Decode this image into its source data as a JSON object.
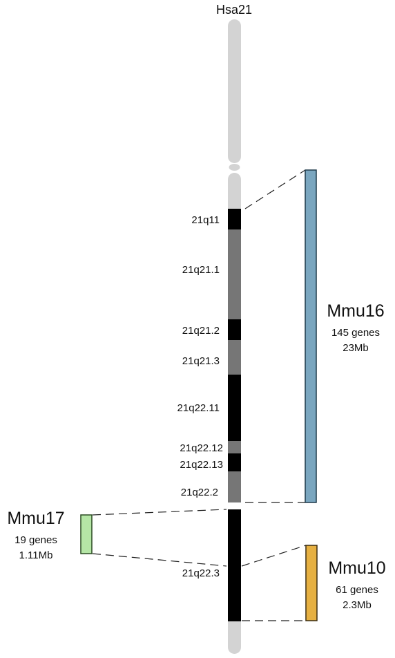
{
  "chromosome": {
    "name": "Hsa21",
    "colors": {
      "arm": "#d3d3d3",
      "dark": "#000000",
      "grey": "#767676"
    },
    "bands": [
      {
        "id": "21q11",
        "shade": "dark"
      },
      {
        "id": "21q21.1",
        "shade": "grey"
      },
      {
        "id": "21q21.2",
        "shade": "dark"
      },
      {
        "id": "21q21.3",
        "shade": "grey"
      },
      {
        "id": "21q22.11",
        "shade": "dark"
      },
      {
        "id": "21q22.12",
        "shade": "grey"
      },
      {
        "id": "21q22.13",
        "shade": "dark"
      },
      {
        "id": "21q22.2",
        "shade": "grey"
      },
      {
        "id": "21q22.3",
        "shade": "dark"
      }
    ]
  },
  "syntenic_regions": [
    {
      "name": "Mmu16",
      "genes": "145 genes",
      "size": "23Mb",
      "color": "#7aa6bf"
    },
    {
      "name": "Mmu17",
      "genes": "19 genes",
      "size": "1.11Mb",
      "color": "#b5e6a6"
    },
    {
      "name": "Mmu10",
      "genes": "61 genes",
      "size": "2.3Mb",
      "color": "#e6b042"
    }
  ]
}
